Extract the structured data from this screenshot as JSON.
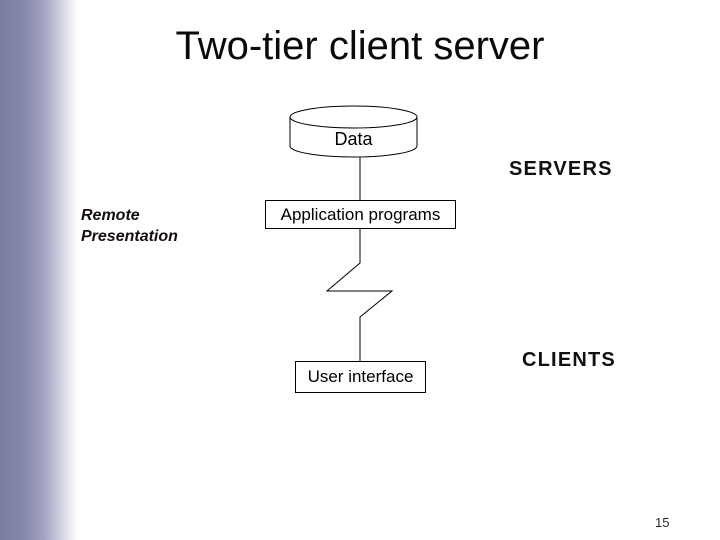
{
  "slide": {
    "title": "Two-tier client server",
    "page_number": "15"
  },
  "diagram": {
    "data_store_label": "Data",
    "application_box_label": "Application programs",
    "user_interface_box_label": "User interface",
    "servers_label": "SERVERS",
    "clients_label": "CLIENTS",
    "remote_presentation_label": "Remote Presentation"
  },
  "colors": {
    "accent_bar": "#7b7da3",
    "shape_stroke": "#000000",
    "shape_fill": "#ffffff",
    "text": "#000000"
  }
}
